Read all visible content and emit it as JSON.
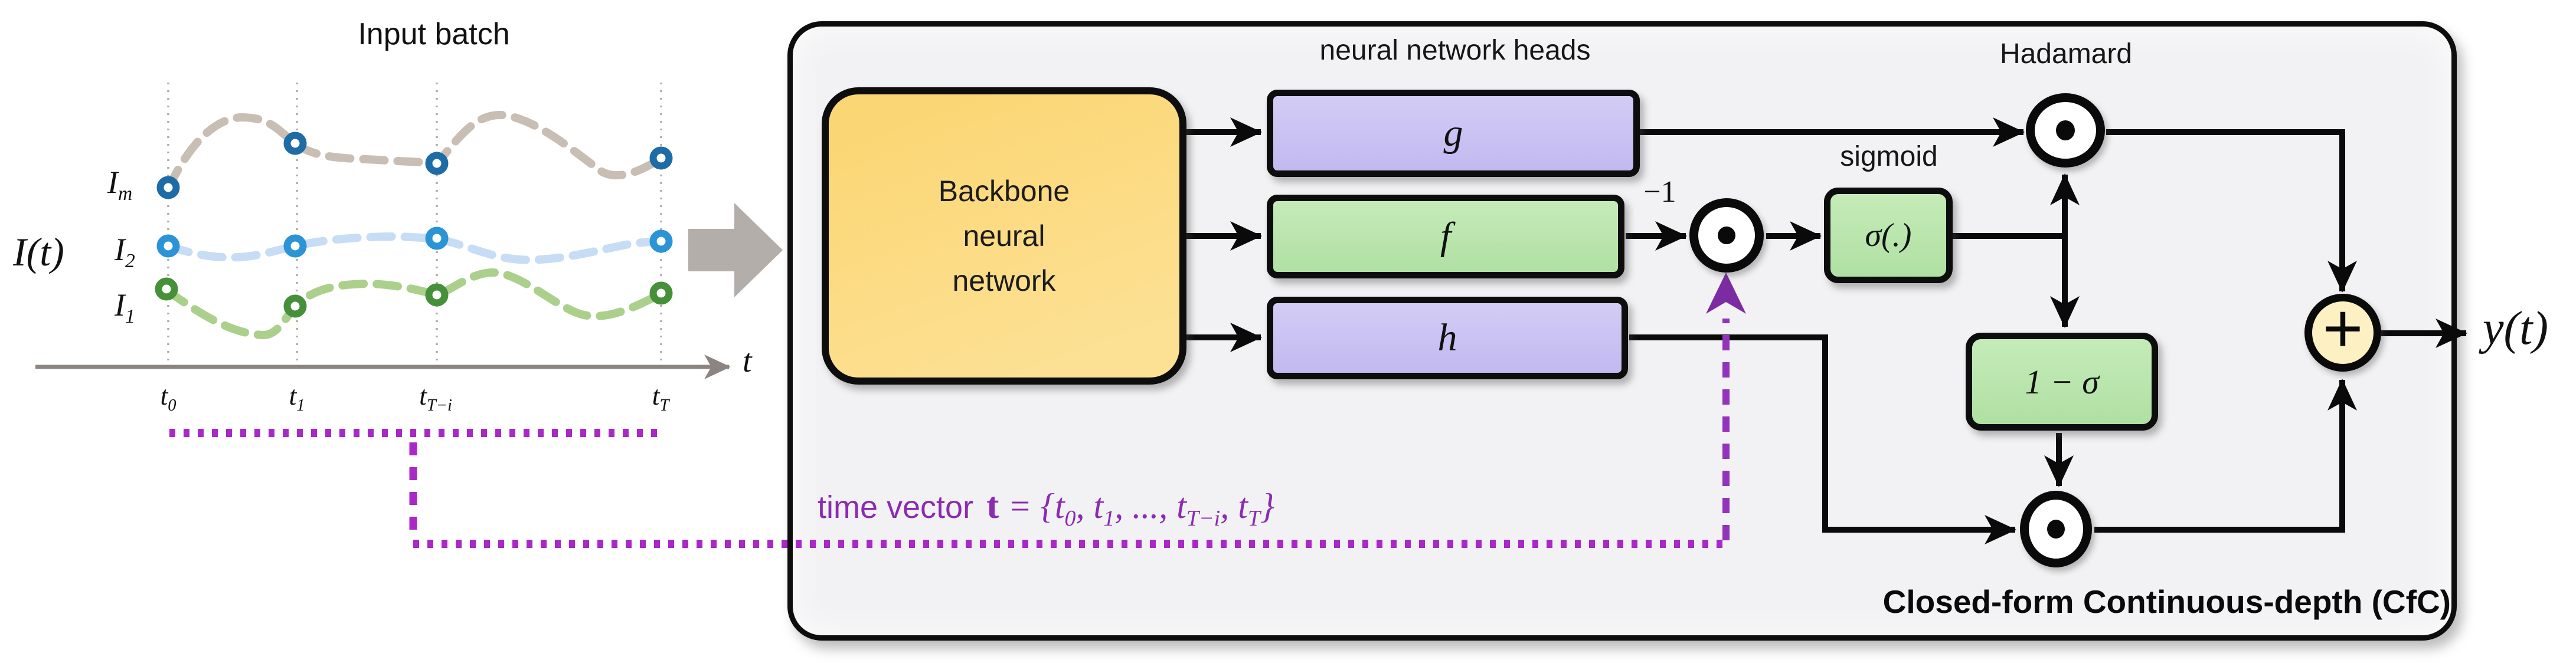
{
  "figure": {
    "input_batch": {
      "title": "Input batch",
      "y_axis_label": "I(t)",
      "axis_label": "t",
      "series": [
        {
          "name": "I_m",
          "label_base": "I",
          "label_sub": "m",
          "marker_color": "#1d6ca6",
          "line_color": "#c9beb4"
        },
        {
          "name": "I_2",
          "label_base": "I",
          "label_sub": "2",
          "marker_color": "#2b94d6",
          "line_color": "#c7dcf5"
        },
        {
          "name": "I_1",
          "label_base": "I",
          "label_sub": "1",
          "marker_color": "#47903a",
          "line_color": "#abd08c"
        }
      ],
      "tick_labels": [
        {
          "base": "t",
          "sub": "0"
        },
        {
          "base": "t",
          "sub": "1"
        },
        {
          "base": "t",
          "sub": "T−i"
        },
        {
          "base": "t",
          "sub": "T"
        }
      ]
    },
    "cfc": {
      "title": "Closed-form Continuous-depth (CfC)",
      "backbone_lines": [
        "Backbone",
        "neural",
        "network"
      ],
      "heads_caption": "neural network heads",
      "heads": [
        {
          "label": "g"
        },
        {
          "label": "f"
        },
        {
          "label": "h"
        }
      ],
      "exponent_label": "−1",
      "sigmoid_caption": "sigmoid",
      "sigmoid_box_label": "σ(.)",
      "one_minus_sigma_label": "1 − σ",
      "hadamard_caption": "Hadamard",
      "plus_label": "+",
      "output_label": "y(t)",
      "time_vector": {
        "label": "time vector",
        "vector_symbol": "t",
        "equals": " = {",
        "terms": [
          {
            "base": "t",
            "sub": "0",
            "after": ", "
          },
          {
            "base": "t",
            "sub": "1",
            "after": ", ..., "
          },
          {
            "base": "t",
            "sub": "T−i",
            "after": ", "
          },
          {
            "base": "t",
            "sub": "T",
            "after": "}"
          }
        ]
      }
    },
    "colors": {
      "purple_text": "#8b2bb0",
      "purple_dots": "#a928c6",
      "backbone_yellow": "#fbd97d",
      "head_lavender": "#c8c0f1",
      "head_green": "#b7e5ab",
      "plus_cream": "#fdf0c3",
      "block_arrow_gray": "#b3aeaa",
      "container_fill": "#f2f2f4"
    }
  }
}
